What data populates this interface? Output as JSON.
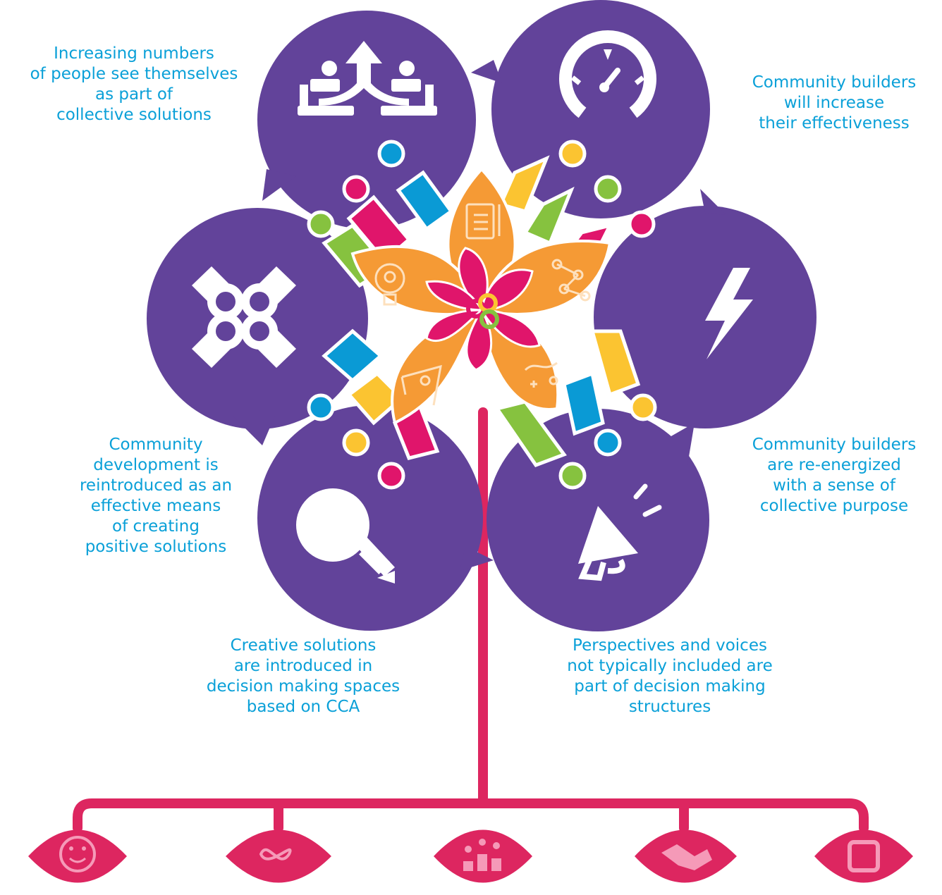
{
  "colors": {
    "purple": "#62439a",
    "orange": "#f59a35",
    "magenta": "#e0156b",
    "pink_stem": "#dd2660",
    "blue": "#0a9ad5",
    "green": "#86c23f",
    "yellow": "#fbc431",
    "text": "#0aa0d8"
  },
  "outcomes": [
    {
      "id": "o1",
      "text": "Increasing numbers\nof people see themselves\nas part of\ncollective solutions",
      "icon": "collaboration-arrows-icon"
    },
    {
      "id": "o2",
      "text": "Community builders\nwill increase\ntheir effectiveness",
      "icon": "speedometer-icon"
    },
    {
      "id": "o3",
      "text": "Community\ndevelopment is\nreintroduced as an\neffective means\nof creating\npositive solutions",
      "icon": "puzzle-circles-icon"
    },
    {
      "id": "o4",
      "text": "Community builders\nare re-energized\nwith a sense of\ncollective purpose",
      "icon": "lightning-bolt-icon"
    },
    {
      "id": "o5",
      "text": "Creative solutions\nare introduced in\ndecision making spaces\nbased on CCA",
      "icon": "puzzle-lightbulb-icon"
    },
    {
      "id": "o6",
      "text": "Perspectives and voices\nnot typically included are\npart of decision making\nstructures",
      "icon": "megaphone-icon"
    }
  ],
  "root_icons": [
    "smiley-face-icon",
    "infinity-lightbulbs-icon",
    "people-podium-icon",
    "handshake-icon",
    "hands-circle-icon"
  ]
}
